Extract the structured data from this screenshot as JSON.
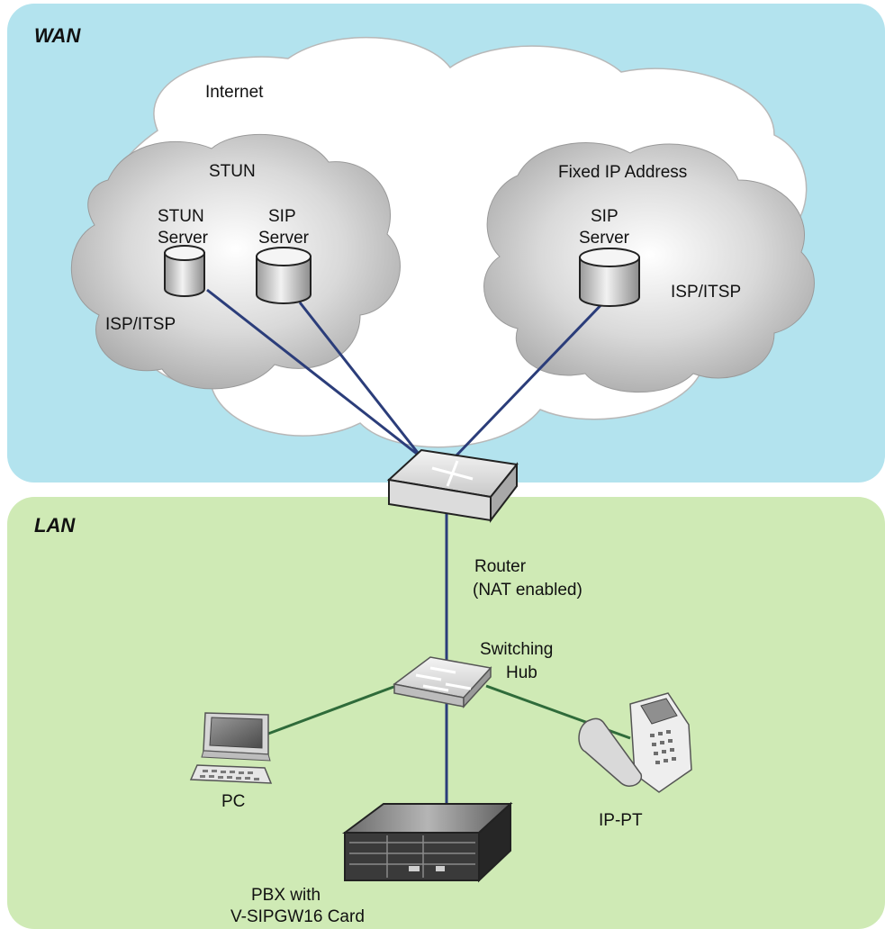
{
  "zones": {
    "wan": "WAN",
    "lan": "LAN"
  },
  "clouds": {
    "internet": "Internet",
    "stun": "STUN",
    "fixed_ip": "Fixed IP Address",
    "isp_left": "ISP/ITSP",
    "isp_right": "ISP/ITSP"
  },
  "servers": {
    "stun_server": [
      "STUN",
      "Server"
    ],
    "sip_server_left": [
      "SIP",
      "Server"
    ],
    "sip_server_right": [
      "SIP",
      "Server"
    ]
  },
  "devices": {
    "router": [
      "Router",
      "(NAT enabled)"
    ],
    "hub": [
      "Switching",
      "Hub"
    ],
    "pc": "PC",
    "phone": "IP-PT",
    "pbx": [
      "PBX with",
      "V-SIPGW16 Card"
    ]
  },
  "colors": {
    "wan_bg": "#b3e3ee",
    "lan_bg": "#cfeab5",
    "wan_link": "#2b3d7a",
    "lan_link": "#2f6b3a"
  },
  "icons": {
    "server": "database-cylinder-icon",
    "router": "router-icon",
    "hub": "switching-hub-icon",
    "pc": "computer-icon",
    "phone": "ip-phone-icon",
    "pbx": "pbx-chassis-icon"
  }
}
